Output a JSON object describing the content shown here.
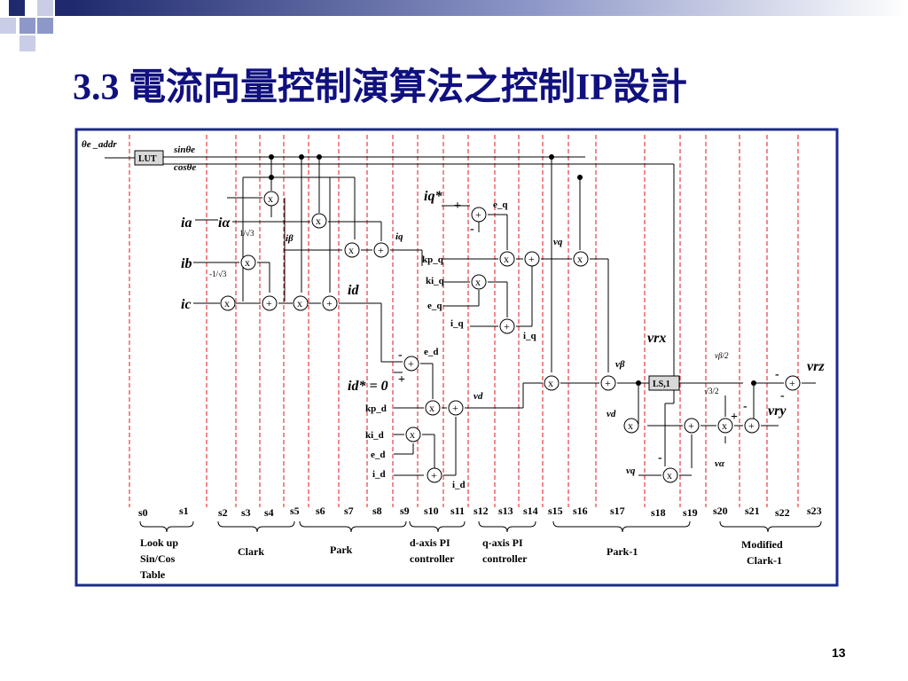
{
  "slide": {
    "title": "3.3 電流向量控制演算法之控制IP設計",
    "page_number": "13"
  },
  "diagram": {
    "input_label": "θe _addr",
    "lut_label": "LUT",
    "sin_label": "sinθe",
    "cos_label": "cosθe",
    "ia": "ia",
    "ib": "ib",
    "ic": "ic",
    "i_alpha": "iα",
    "i_beta": "iβ",
    "coef_a": "1/√3",
    "coef_b": "-1/√3",
    "iq": "iq",
    "id": "id",
    "iq_ref": "iq*",
    "id_ref": "id* = 0",
    "kp_q": "kp_q",
    "ki_q": "ki_q",
    "e_q_in": "e_q",
    "e_q_out": "e_q",
    "i_q_in": "i_q",
    "i_q_out": "i_q",
    "kp_d": "kp_d",
    "ki_d": "ki_d",
    "e_d_in": "e_d",
    "e_d_out": "e_d",
    "i_d_in": "i_d",
    "i_d_out": "i_d",
    "vq_top": "vq",
    "vd_mid": "vd",
    "v_beta": "vβ",
    "v_d": "vd",
    "v_q": "vq",
    "ls_label": "LS,1",
    "vrx": "vrx",
    "vry": "vry",
    "vrz": "vrz",
    "v_alpha": "vα",
    "vbeta_half": "vβ/2",
    "sqrt3_half": "√3/2"
  },
  "stages": [
    "s0",
    "s1",
    "s2",
    "s3",
    "s4",
    "s5",
    "s6",
    "s7",
    "s8",
    "s9",
    "s10",
    "s11",
    "s12",
    "s13",
    "s14",
    "s15",
    "s16",
    "s17",
    "s18",
    "s19",
    "s20",
    "s21",
    "s22",
    "s23"
  ],
  "groups": {
    "lookup": [
      "Look up",
      "Sin/Cos",
      "Table"
    ],
    "clark": "Clark",
    "park": "Park",
    "d_pi": [
      "d-axis PI",
      "controller"
    ],
    "q_pi": [
      "q-axis PI",
      "controller"
    ],
    "park_inv": "Park-1",
    "clark_inv": [
      "Modified",
      "Clark-1"
    ]
  },
  "colors": {
    "title": "#10107f",
    "frame": "#1c2a8c",
    "stage_lines": "#e0141c"
  }
}
